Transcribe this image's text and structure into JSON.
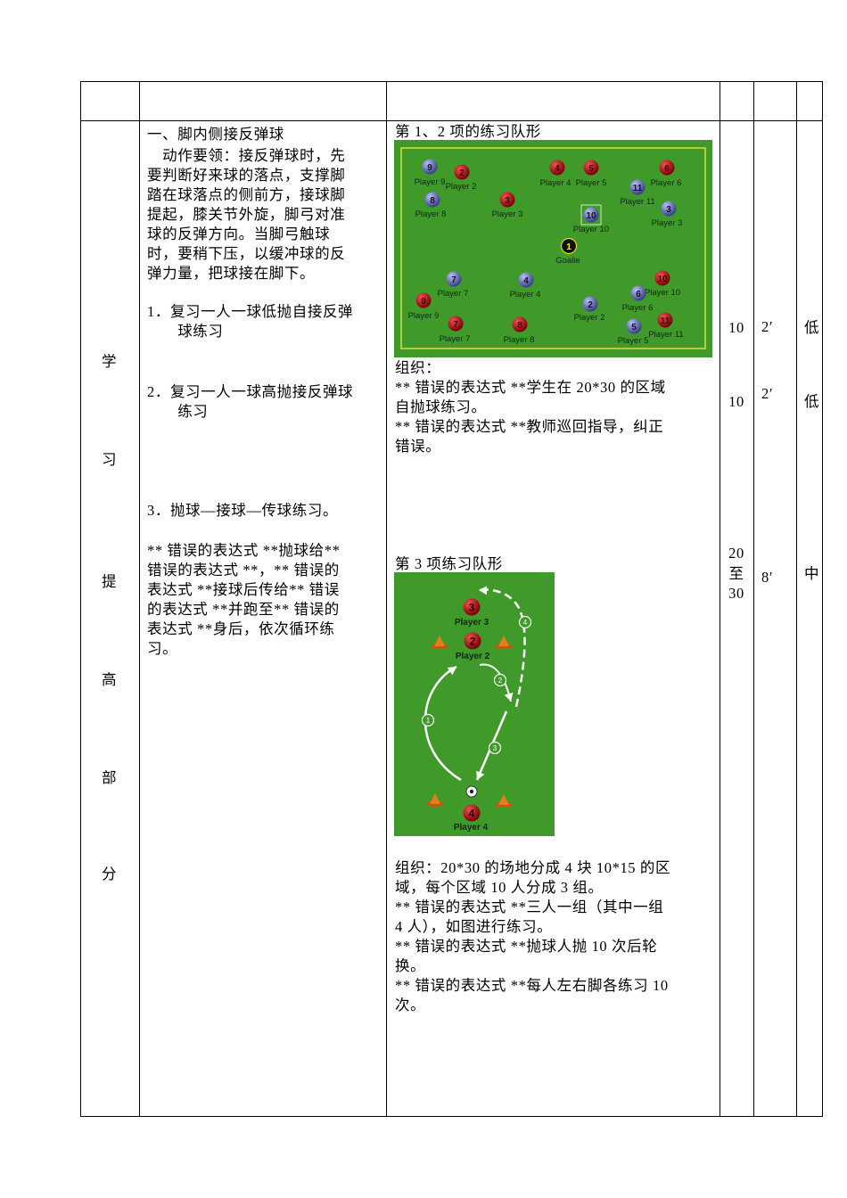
{
  "left_labels": [
    "学",
    "习",
    "提",
    "高",
    "部",
    "分"
  ],
  "content": {
    "heading": "一、脚内侧接反弹球",
    "essentials": [
      "　动作要领：接反弹球时，先",
      "要判断好来球的落点，支撑脚",
      "踏在球落点的侧前方，接球脚",
      "提起，膝关节外旋，脚弓对准",
      "球的反弹方向。当脚弓触球",
      "时，要稍下压，以缓冲球的反",
      "弹力量，把球接在脚下。"
    ],
    "item1": [
      "1．复习一人一球低抛自接反弹",
      "　　球练习"
    ],
    "item2": [
      "2．复习一人一球高抛接反弹球",
      "　　练习"
    ],
    "item3": "3．抛球—接球—传球练习。",
    "item3_desc": [
      "** 错误的表达式 **抛球给**",
      "错误的表达式 **，** 错误的",
      "表达式 **接球后传给** 错误",
      "的表达式 **并跑至** 错误的",
      "表达式 **身后，依次循环练",
      "习。"
    ]
  },
  "organization": {
    "formation1_title": "第 1、2 项的练习队形",
    "org1": [
      "组织：",
      "**  错误的表达式  **学生在 20*30 的区域",
      "自抛球练习。",
      "**  错误的表达式  **教师巡回指导，纠正",
      "错误。"
    ],
    "formation3_title": "第 3 项练习队形",
    "org3": [
      "组织：20*30 的场地分成 4 块 10*15 的区",
      "域，每个区域 10 人分成 3 组。",
      "**  错误的表达式  **三人一组（其中一组",
      "4 人），如图进行练习。",
      "**  错误的表达式  **抛球人抛 10 次后轮",
      "换。",
      "**  错误的表达式  **每人左右脚各练习 10",
      "次。"
    ]
  },
  "diagram1": {
    "colors": {
      "field": "#3f9a2a",
      "border": "#d8e040",
      "red": "#b0141a",
      "blue": "#5860b8"
    },
    "players": [
      {
        "team": "blue",
        "number": "9",
        "label": "Player 9"
      },
      {
        "team": "red",
        "number": "2",
        "label": "Player 2"
      },
      {
        "team": "blue",
        "number": "8",
        "label": "Player 8"
      },
      {
        "team": "red",
        "number": "3",
        "label": "Player 3"
      },
      {
        "team": "red",
        "number": "4",
        "label": "Player 4"
      },
      {
        "team": "red",
        "number": "5",
        "label": "Player 5"
      },
      {
        "team": "blue",
        "number": "11",
        "label": "Player 11"
      },
      {
        "team": "red",
        "number": "6",
        "label": "Player 6"
      },
      {
        "team": "blue",
        "number": "3",
        "label": "Player 3"
      },
      {
        "team": "blue",
        "number": "10",
        "label": "Player 10"
      },
      {
        "team": "goalie",
        "number": "1",
        "label": "Goalie"
      },
      {
        "team": "blue",
        "number": "7",
        "label": "Player 7"
      },
      {
        "team": "red",
        "number": "9",
        "label": "Player 9"
      },
      {
        "team": "blue",
        "number": "4",
        "label": "Player 4"
      },
      {
        "team": "red",
        "number": "7",
        "label": "Player 7"
      },
      {
        "team": "red",
        "number": "8",
        "label": "Player 8"
      },
      {
        "team": "blue",
        "number": "2",
        "label": "Player 2"
      },
      {
        "team": "red",
        "number": "10",
        "label": "Player 10"
      },
      {
        "team": "blue",
        "number": "6",
        "label": "Player 6"
      },
      {
        "team": "red",
        "number": "11",
        "label": "Player 11"
      },
      {
        "team": "blue",
        "number": "5",
        "label": "Player 5"
      }
    ]
  },
  "diagram2": {
    "players": [
      {
        "number": "3",
        "label": "Player 3"
      },
      {
        "number": "2",
        "label": "Player 2"
      },
      {
        "number": "4",
        "label": "Player 4"
      }
    ],
    "steps": [
      "1",
      "2",
      "3",
      "4"
    ],
    "cone_color": "#f07818"
  },
  "columns": {
    "row1": {
      "count": "10",
      "time": "2′",
      "intensity": "低"
    },
    "row2": {
      "count": "10",
      "time": "2′",
      "intensity": "低"
    },
    "row3": {
      "count": [
        "20",
        "至",
        "30"
      ],
      "time": "8′",
      "intensity": "中"
    }
  }
}
